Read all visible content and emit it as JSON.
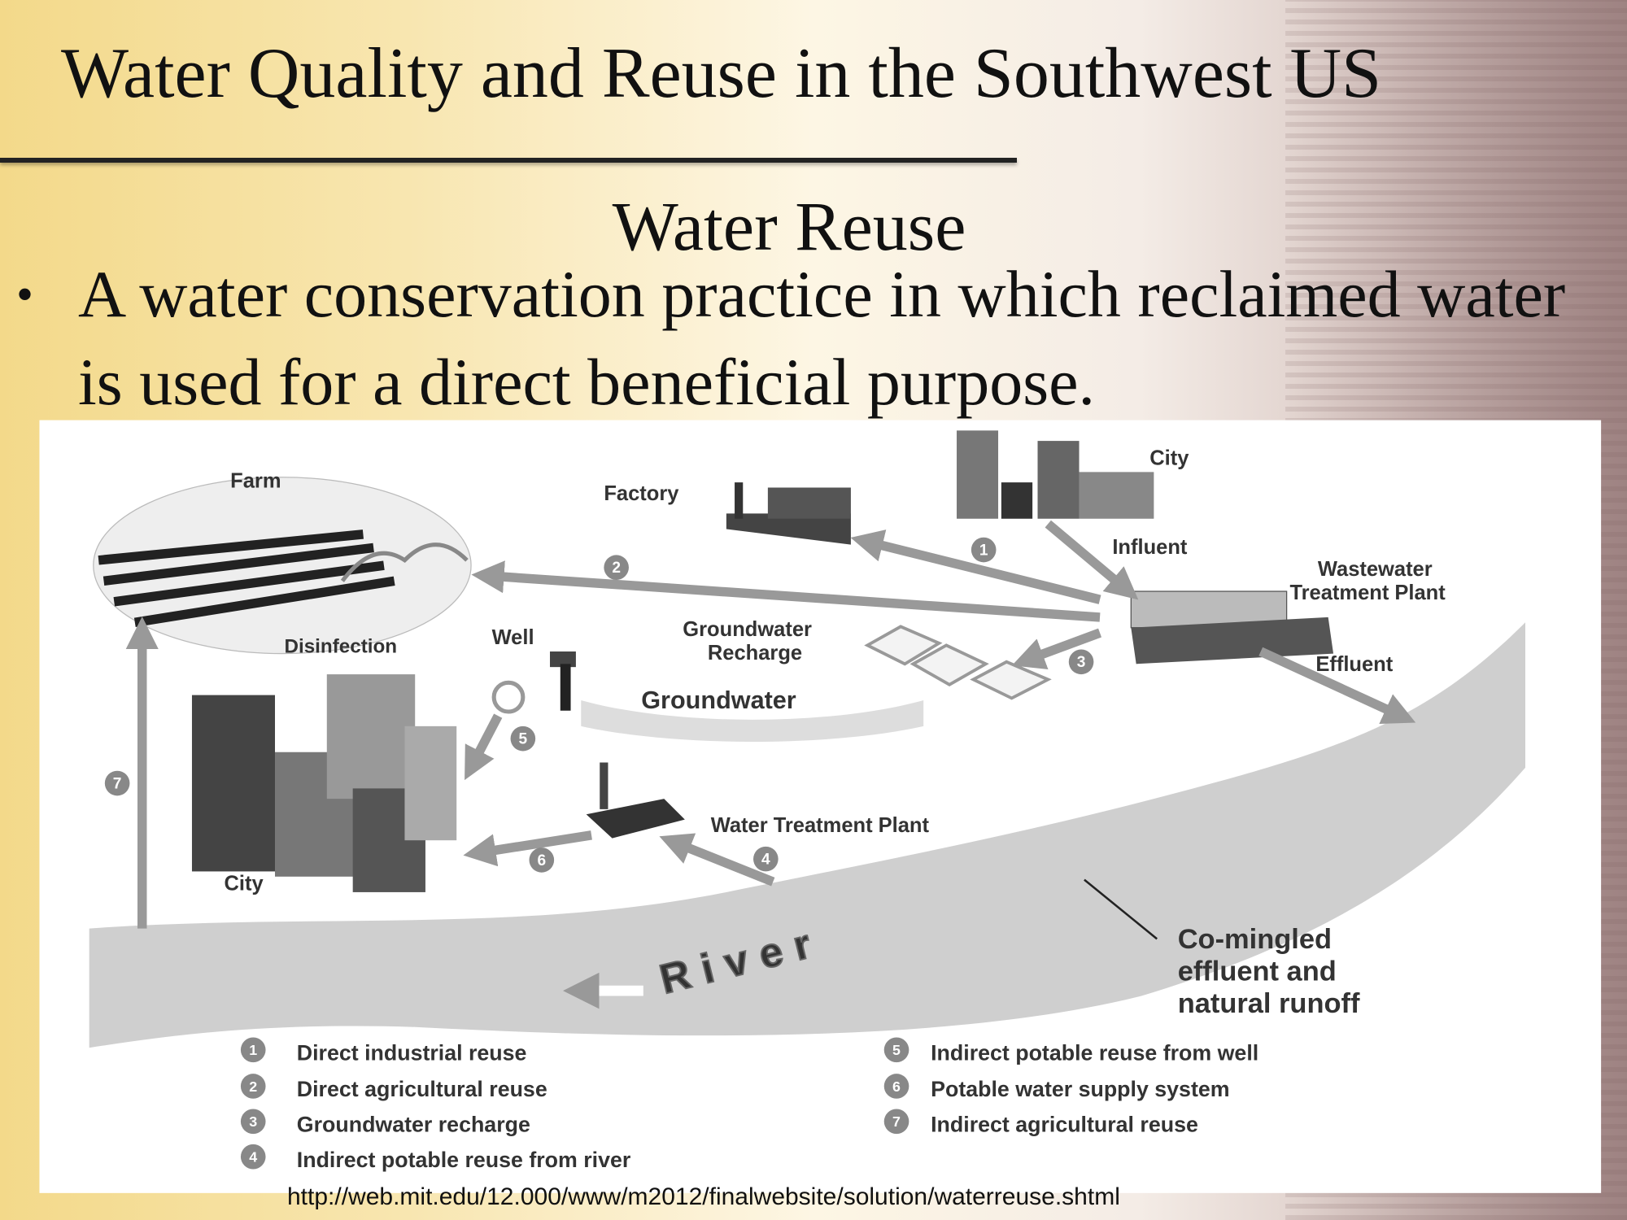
{
  "slide": {
    "title": "Water Quality and Reuse in the Southwest US",
    "subtitle": "Water Reuse",
    "bullet": "A water conservation practice in which reclaimed water is used for a direct beneficial purpose.",
    "bullet_symbol": "•",
    "source_url": "http://web.mit.edu/12.000/www/m2012/finalwebsite/solution/waterreuse.shtml"
  },
  "diagram": {
    "labels": {
      "farm": "Farm",
      "factory": "Factory",
      "city_top": "City",
      "influent": "Influent",
      "wwtp_1": "Wastewater",
      "wwtp_2": "Treatment Plant",
      "effluent": "Effluent",
      "gw_recharge_1": "Groundwater",
      "gw_recharge_2": "Recharge",
      "groundwater": "Groundwater",
      "disinfection": "Disinfection",
      "well": "Well",
      "water_treatment_plant": "Water Treatment Plant",
      "city_bottom": "City",
      "river": "River",
      "comingled_1": "Co-mingled",
      "comingled_2": "effluent and",
      "comingled_3": "natural runoff"
    },
    "markers": [
      "1",
      "2",
      "3",
      "4",
      "5",
      "6",
      "7"
    ],
    "legend": [
      {
        "num": "1",
        "text": "Direct industrial reuse"
      },
      {
        "num": "2",
        "text": "Direct agricultural reuse"
      },
      {
        "num": "3",
        "text": "Groundwater recharge"
      },
      {
        "num": "4",
        "text": "Indirect potable reuse from river"
      },
      {
        "num": "5",
        "text": "Indirect potable reuse from well"
      },
      {
        "num": "6",
        "text": "Potable water supply system"
      },
      {
        "num": "7",
        "text": "Indirect agricultural reuse"
      }
    ]
  }
}
